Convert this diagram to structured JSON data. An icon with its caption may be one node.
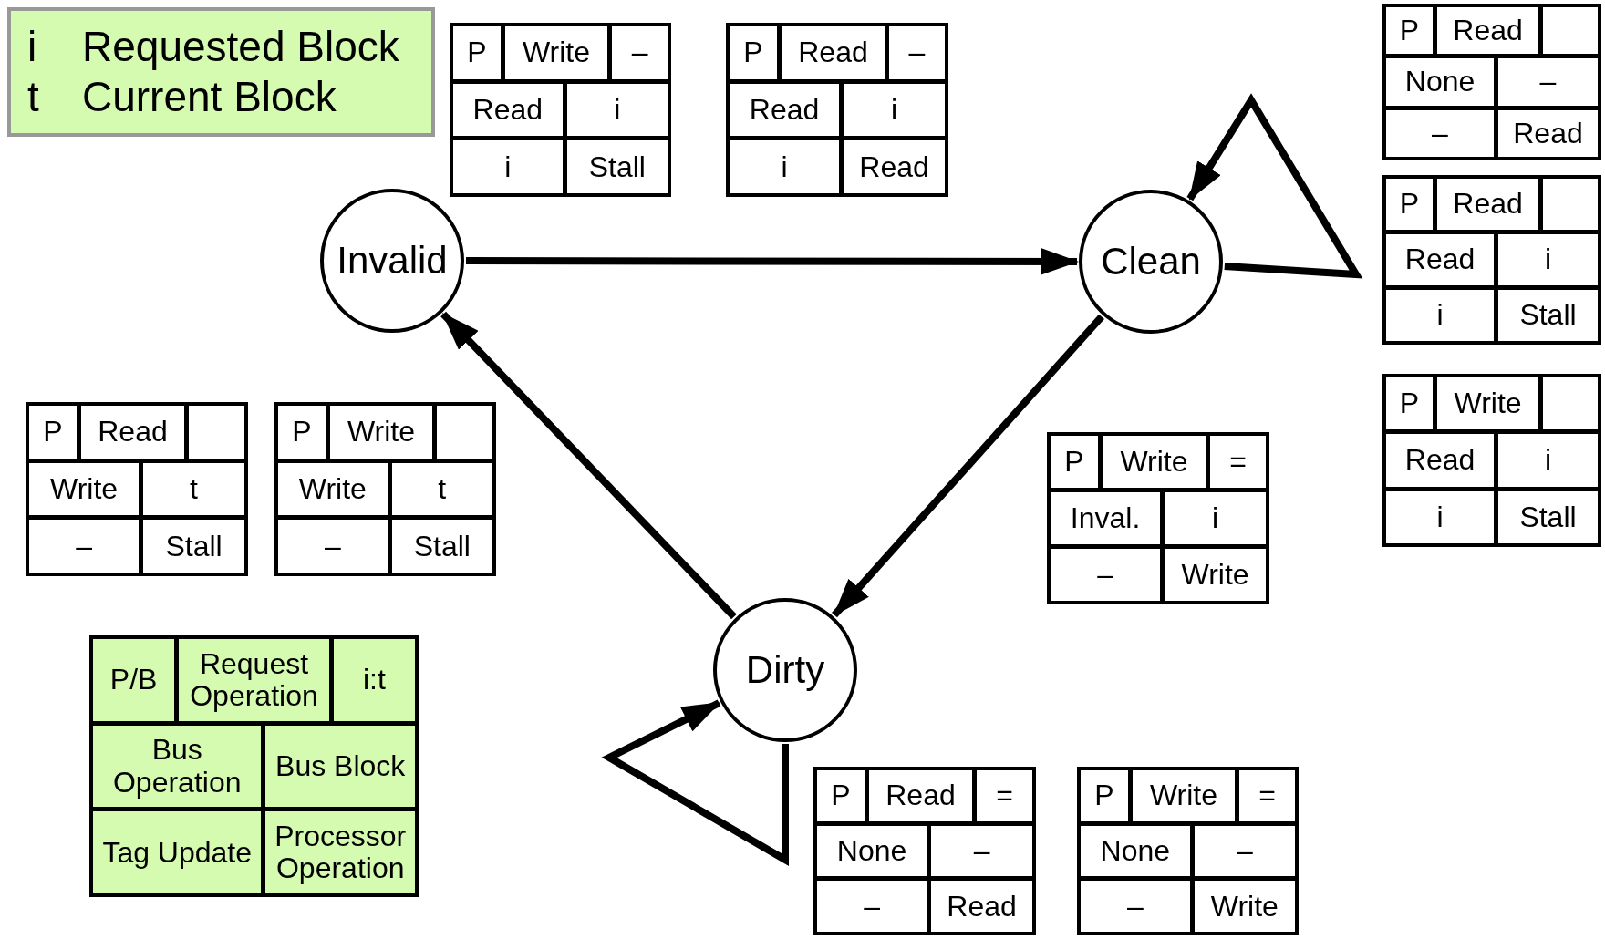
{
  "diagram": {
    "nodes": [
      {
        "text": [
          "i",
          "Requested Block",
          "t",
          "Current Block"
        ]
      },
      {
        "text": [
          "P",
          "Write",
          "–",
          "Read",
          "i",
          "i",
          "Stall"
        ]
      },
      {
        "text": [
          "P",
          "Read",
          "–",
          "Read",
          "i",
          "i",
          "Read"
        ]
      },
      {
        "text": [
          "P",
          "Read",
          "None",
          "–",
          "–",
          "Read"
        ]
      },
      {
        "text": [
          "Invalid"
        ]
      },
      {
        "text": [
          "Clean"
        ]
      },
      {
        "text": [
          "P",
          "Read",
          "Read",
          "i",
          "i",
          "Stall"
        ]
      },
      {
        "text": [
          "P",
          "Read",
          "Write",
          "t",
          "–",
          "Stall"
        ]
      },
      {
        "text": [
          "P",
          "Write",
          "Write",
          "t",
          "–",
          "Stall"
        ]
      },
      {
        "text": [
          "P",
          "Write",
          "Read",
          "i",
          "i",
          "Stall"
        ]
      },
      {
        "text": [
          "P",
          "Write",
          "=",
          "Inval.",
          "i",
          "–",
          "Write"
        ]
      },
      {
        "text": [
          "P/B",
          "Request Operation",
          "i:t",
          "Bus Operation",
          "Bus Block",
          "Tag Update",
          "Processor Operation"
        ]
      },
      {
        "text": [
          "Dirty"
        ]
      },
      {
        "text": [
          "P",
          "Read",
          "=",
          "None",
          "–",
          "–",
          "Read"
        ]
      },
      {
        "text": [
          "P",
          "Write",
          "=",
          "None",
          "–",
          "–",
          "Write"
        ]
      }
    ],
    "edges": [
      {
        "from": 4,
        "to": 5,
        "arrow": "to"
      },
      {
        "from": 5,
        "to": 5,
        "arrow": "to"
      },
      {
        "from": 5,
        "to": 12,
        "arrow": "to"
      },
      {
        "from": 12,
        "to": 4,
        "arrow": "to"
      },
      {
        "from": 12,
        "to": 12,
        "arrow": "to"
      }
    ]
  }
}
